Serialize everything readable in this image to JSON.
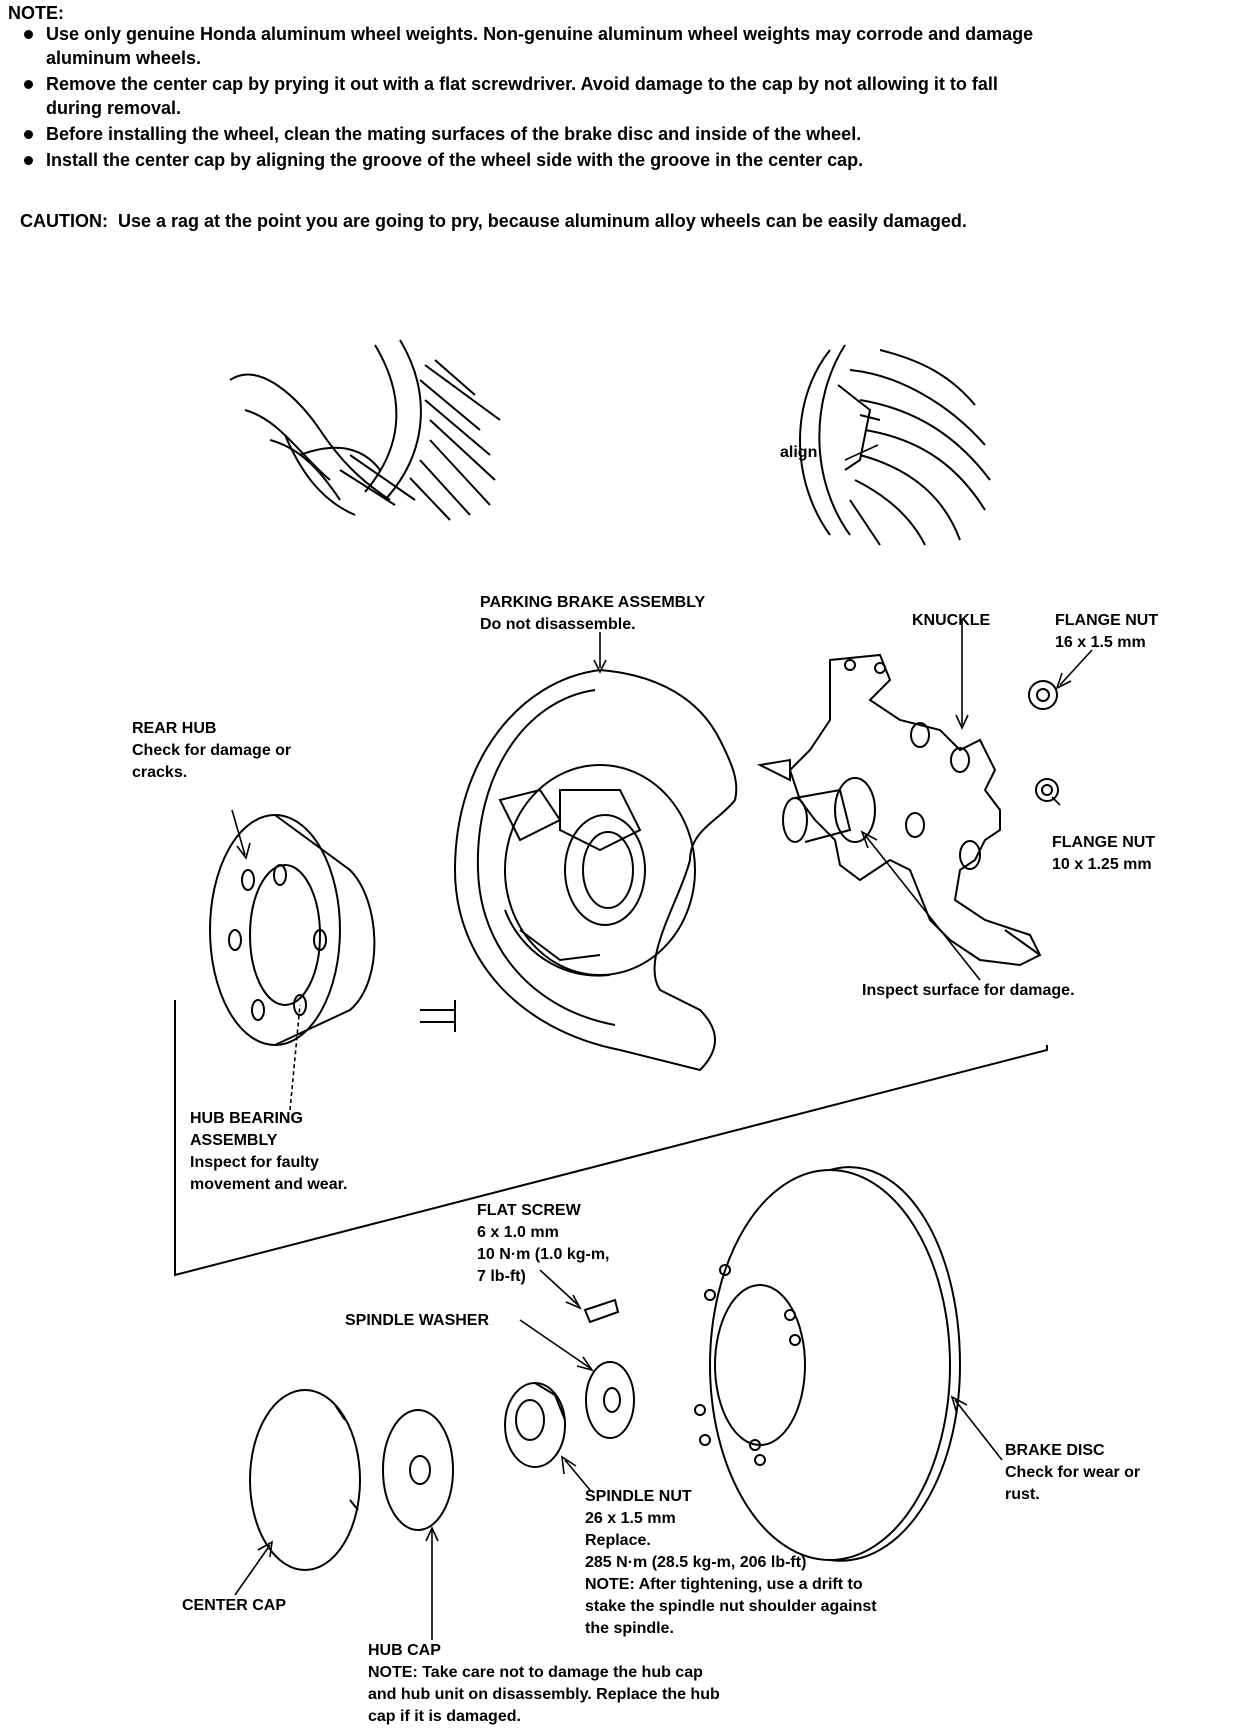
{
  "note": {
    "heading": "NOTE:",
    "bullets": [
      [
        "Use only genuine Honda aluminum wheel weights. Non-genuine aluminum wheel weights may corrode and damage",
        "aluminum wheels."
      ],
      [
        "Remove the center cap by prying it out with a flat screwdriver. Avoid damage to the cap by not allowing it to fall",
        "during removal."
      ],
      [
        "Before installing the wheel, clean the mating surfaces of the brake disc and inside of the wheel."
      ],
      [
        "Install the center cap by aligning the groove of the wheel side with the groove in the center cap."
      ]
    ]
  },
  "caution": "CAUTION:  Use a rag at the point you are going to pry, because aluminum alloy wheels can be easily damaged.",
  "diagram": {
    "align_label": "align",
    "labels": {
      "parking_brake": [
        "PARKING BRAKE ASSEMBLY",
        "Do not disassemble."
      ],
      "knuckle": [
        "KNUCKLE"
      ],
      "flange_nut_16": [
        "FLANGE NUT",
        "16 x 1.5 mm"
      ],
      "flange_nut_10": [
        "FLANGE NUT",
        "10 x 1.25 mm"
      ],
      "rear_hub": [
        "REAR HUB",
        "Check for damage or",
        "cracks."
      ],
      "inspect_surface": [
        "Inspect surface for damage."
      ],
      "hub_bearing": [
        "HUB BEARING",
        "ASSEMBLY",
        "Inspect for faulty",
        "movement and wear."
      ],
      "flat_screw": [
        "FLAT SCREW",
        "6 x 1.0 mm",
        "10 N·m (1.0 kg-m,",
        "7 lb-ft)"
      ],
      "spindle_washer": [
        "SPINDLE WASHER"
      ],
      "brake_disc": [
        "BRAKE DISC",
        "Check for wear or",
        "rust."
      ],
      "spindle_nut": [
        "SPINDLE NUT",
        "26 x 1.5 mm",
        "Replace.",
        "285 N·m (28.5 kg-m, 206 lb-ft)",
        "NOTE: After tightening, use a drift to",
        "stake the spindle nut shoulder against",
        "the spindle."
      ],
      "center_cap": [
        "CENTER CAP"
      ],
      "hub_cap": [
        "HUB CAP",
        "NOTE: Take care not to damage the hub cap",
        "and hub unit on disassembly. Replace the hub",
        "cap if it is damaged."
      ]
    }
  }
}
